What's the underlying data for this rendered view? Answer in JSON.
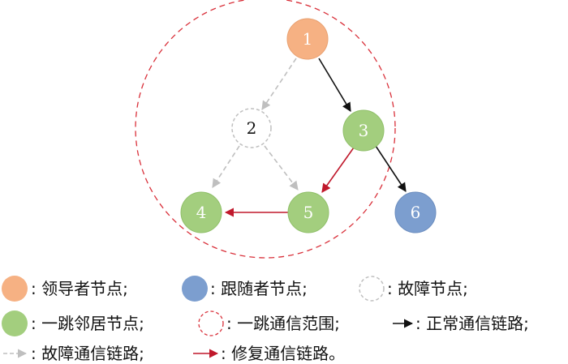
{
  "colors": {
    "leader": "#F6B183",
    "follower": "#7C9ECF",
    "neighbor": "#A3CE7E",
    "fault_stroke": "#BFBFBF",
    "range_stroke": "#D9303A",
    "normal_link": "#111111",
    "fault_link": "#BFBFBF",
    "repair_link": "#C0192C"
  },
  "nodes": {
    "n1": {
      "label": "1",
      "role": "leader"
    },
    "n2": {
      "label": "2",
      "role": "fault"
    },
    "n3": {
      "label": "3",
      "role": "neighbor"
    },
    "n4": {
      "label": "4",
      "role": "neighbor"
    },
    "n5": {
      "label": "5",
      "role": "neighbor"
    },
    "n6": {
      "label": "6",
      "role": "follower"
    }
  },
  "legend": {
    "leader": ": 领导者节点;",
    "follower": ": 跟随者节点;",
    "fault_node": ": 故障节点;",
    "neighbor": ": 一跳邻居节点;",
    "range": ": 一跳通信范围;",
    "normal_link": ": 正常通信链路;",
    "fault_link": ": 故障通信链路;",
    "repair_link": ": 修复通信链路。"
  }
}
